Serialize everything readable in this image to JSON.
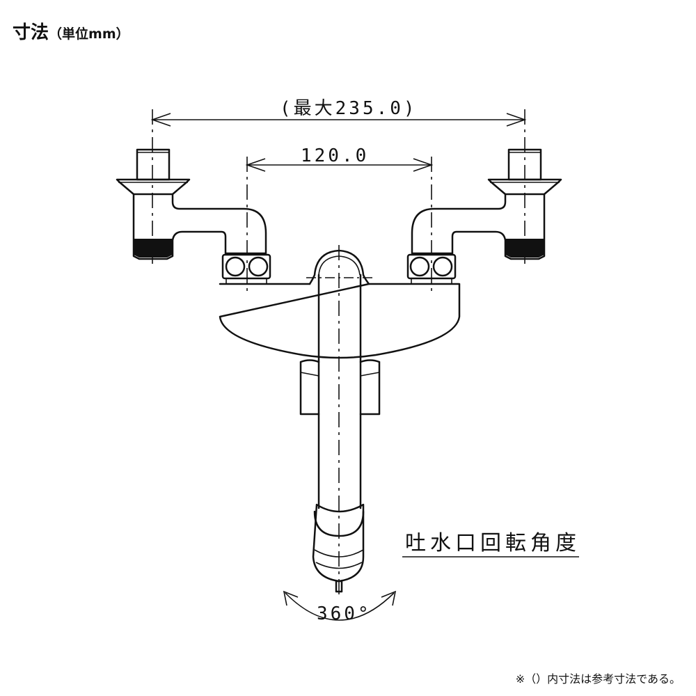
{
  "header": {
    "title": "寸法",
    "unit": "（単位mm）"
  },
  "dimensions": {
    "overall_max": "(最大235.0)",
    "center_distance": "120.0"
  },
  "spout": {
    "label": "吐水口回転角度",
    "rotation": "360°"
  },
  "footer": {
    "note": "※（）内寸法は参考寸法である。"
  }
}
